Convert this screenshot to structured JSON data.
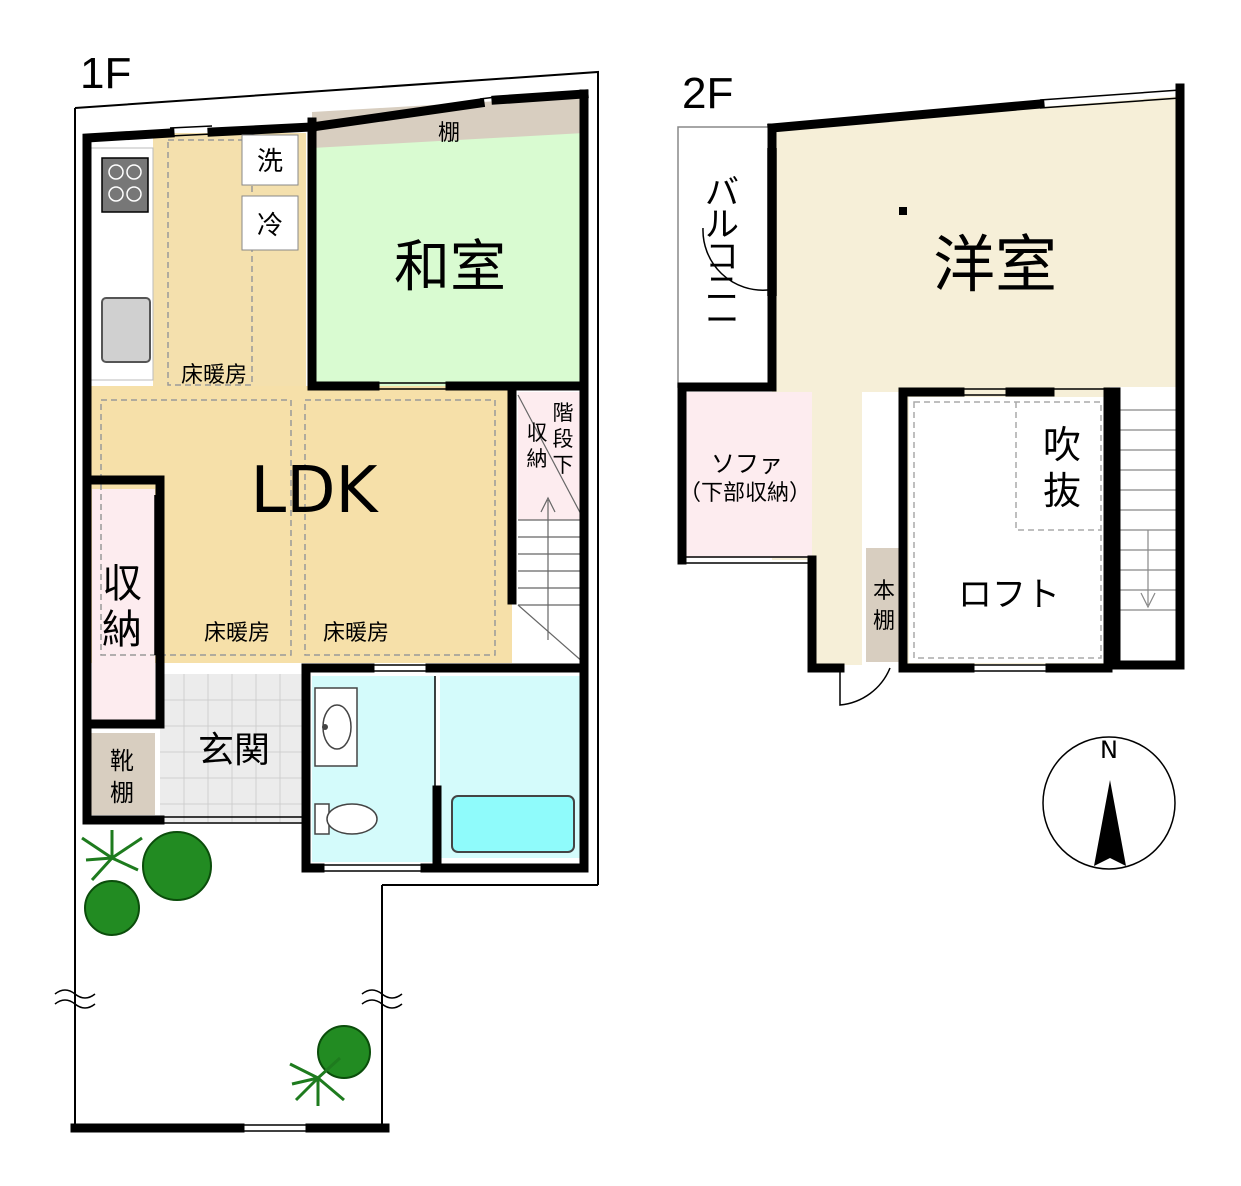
{
  "floors": {
    "first": {
      "label": "1F",
      "rooms": {
        "washitsu": "和室",
        "ldk": "LDK",
        "shelf_top": "棚",
        "washer": "洗",
        "fridge": "冷",
        "floor_heat_kitchen": "床暖房",
        "floor_heat_left": "床暖房",
        "floor_heat_right": "床暖房",
        "storage": [
          "収",
          "納"
        ],
        "under_stairs_a": [
          "階",
          "段",
          "下"
        ],
        "under_stairs_b": [
          "収",
          "納"
        ],
        "entrance": "玄関",
        "shoe_shelf": [
          "靴",
          "棚"
        ]
      }
    },
    "second": {
      "label": "2F",
      "rooms": {
        "yoshitsu": "洋室",
        "balcony": [
          "バ",
          "ル",
          "コ",
          "ニ",
          "ー"
        ],
        "sofa": "ソファ",
        "sofa_note": "（下部収納）",
        "bookshelf": [
          "本",
          "棚"
        ],
        "fukinuke": [
          "吹",
          "抜"
        ],
        "loft": "ロフト"
      }
    }
  },
  "compass": {
    "north": "N"
  },
  "colors": {
    "washitsu": "#d9fbd1",
    "ldk": "#f6e0a9",
    "kitchen": "#f4e0ad",
    "yoshitsu": "#f6efd8",
    "storage": "#fdecef",
    "wet_room": "#d4fbfb",
    "bath_tub": "#8ffbfb",
    "shelf": "#d8cec0",
    "genkan": "#ececec",
    "tree": "#228b22",
    "wall": "#000000"
  }
}
